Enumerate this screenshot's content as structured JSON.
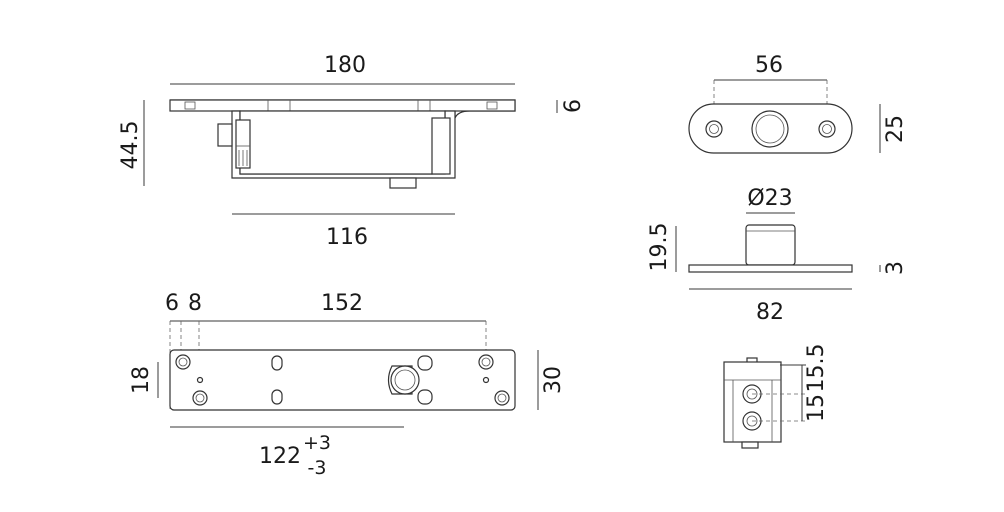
{
  "dimensions": {
    "front_length": "180",
    "front_height": "44.5",
    "front_flange_thickness": "6",
    "front_body_length": "116",
    "top_hole_offset_1": "6",
    "top_hole_offset_2": "8",
    "top_hole_spacing": "152",
    "top_height_18": "18",
    "top_width": "30",
    "top_length_base": "122",
    "top_tol_plus": "+3",
    "top_tol_minus": "-3",
    "plate_hole_spacing": "56",
    "plate_width": "25",
    "bolt_diameter": "Ø23",
    "side_height": "19.5",
    "side_plate_thickness": "3",
    "side_length": "82",
    "end_dim_15_5": "15.5",
    "end_dim_15": "15"
  }
}
